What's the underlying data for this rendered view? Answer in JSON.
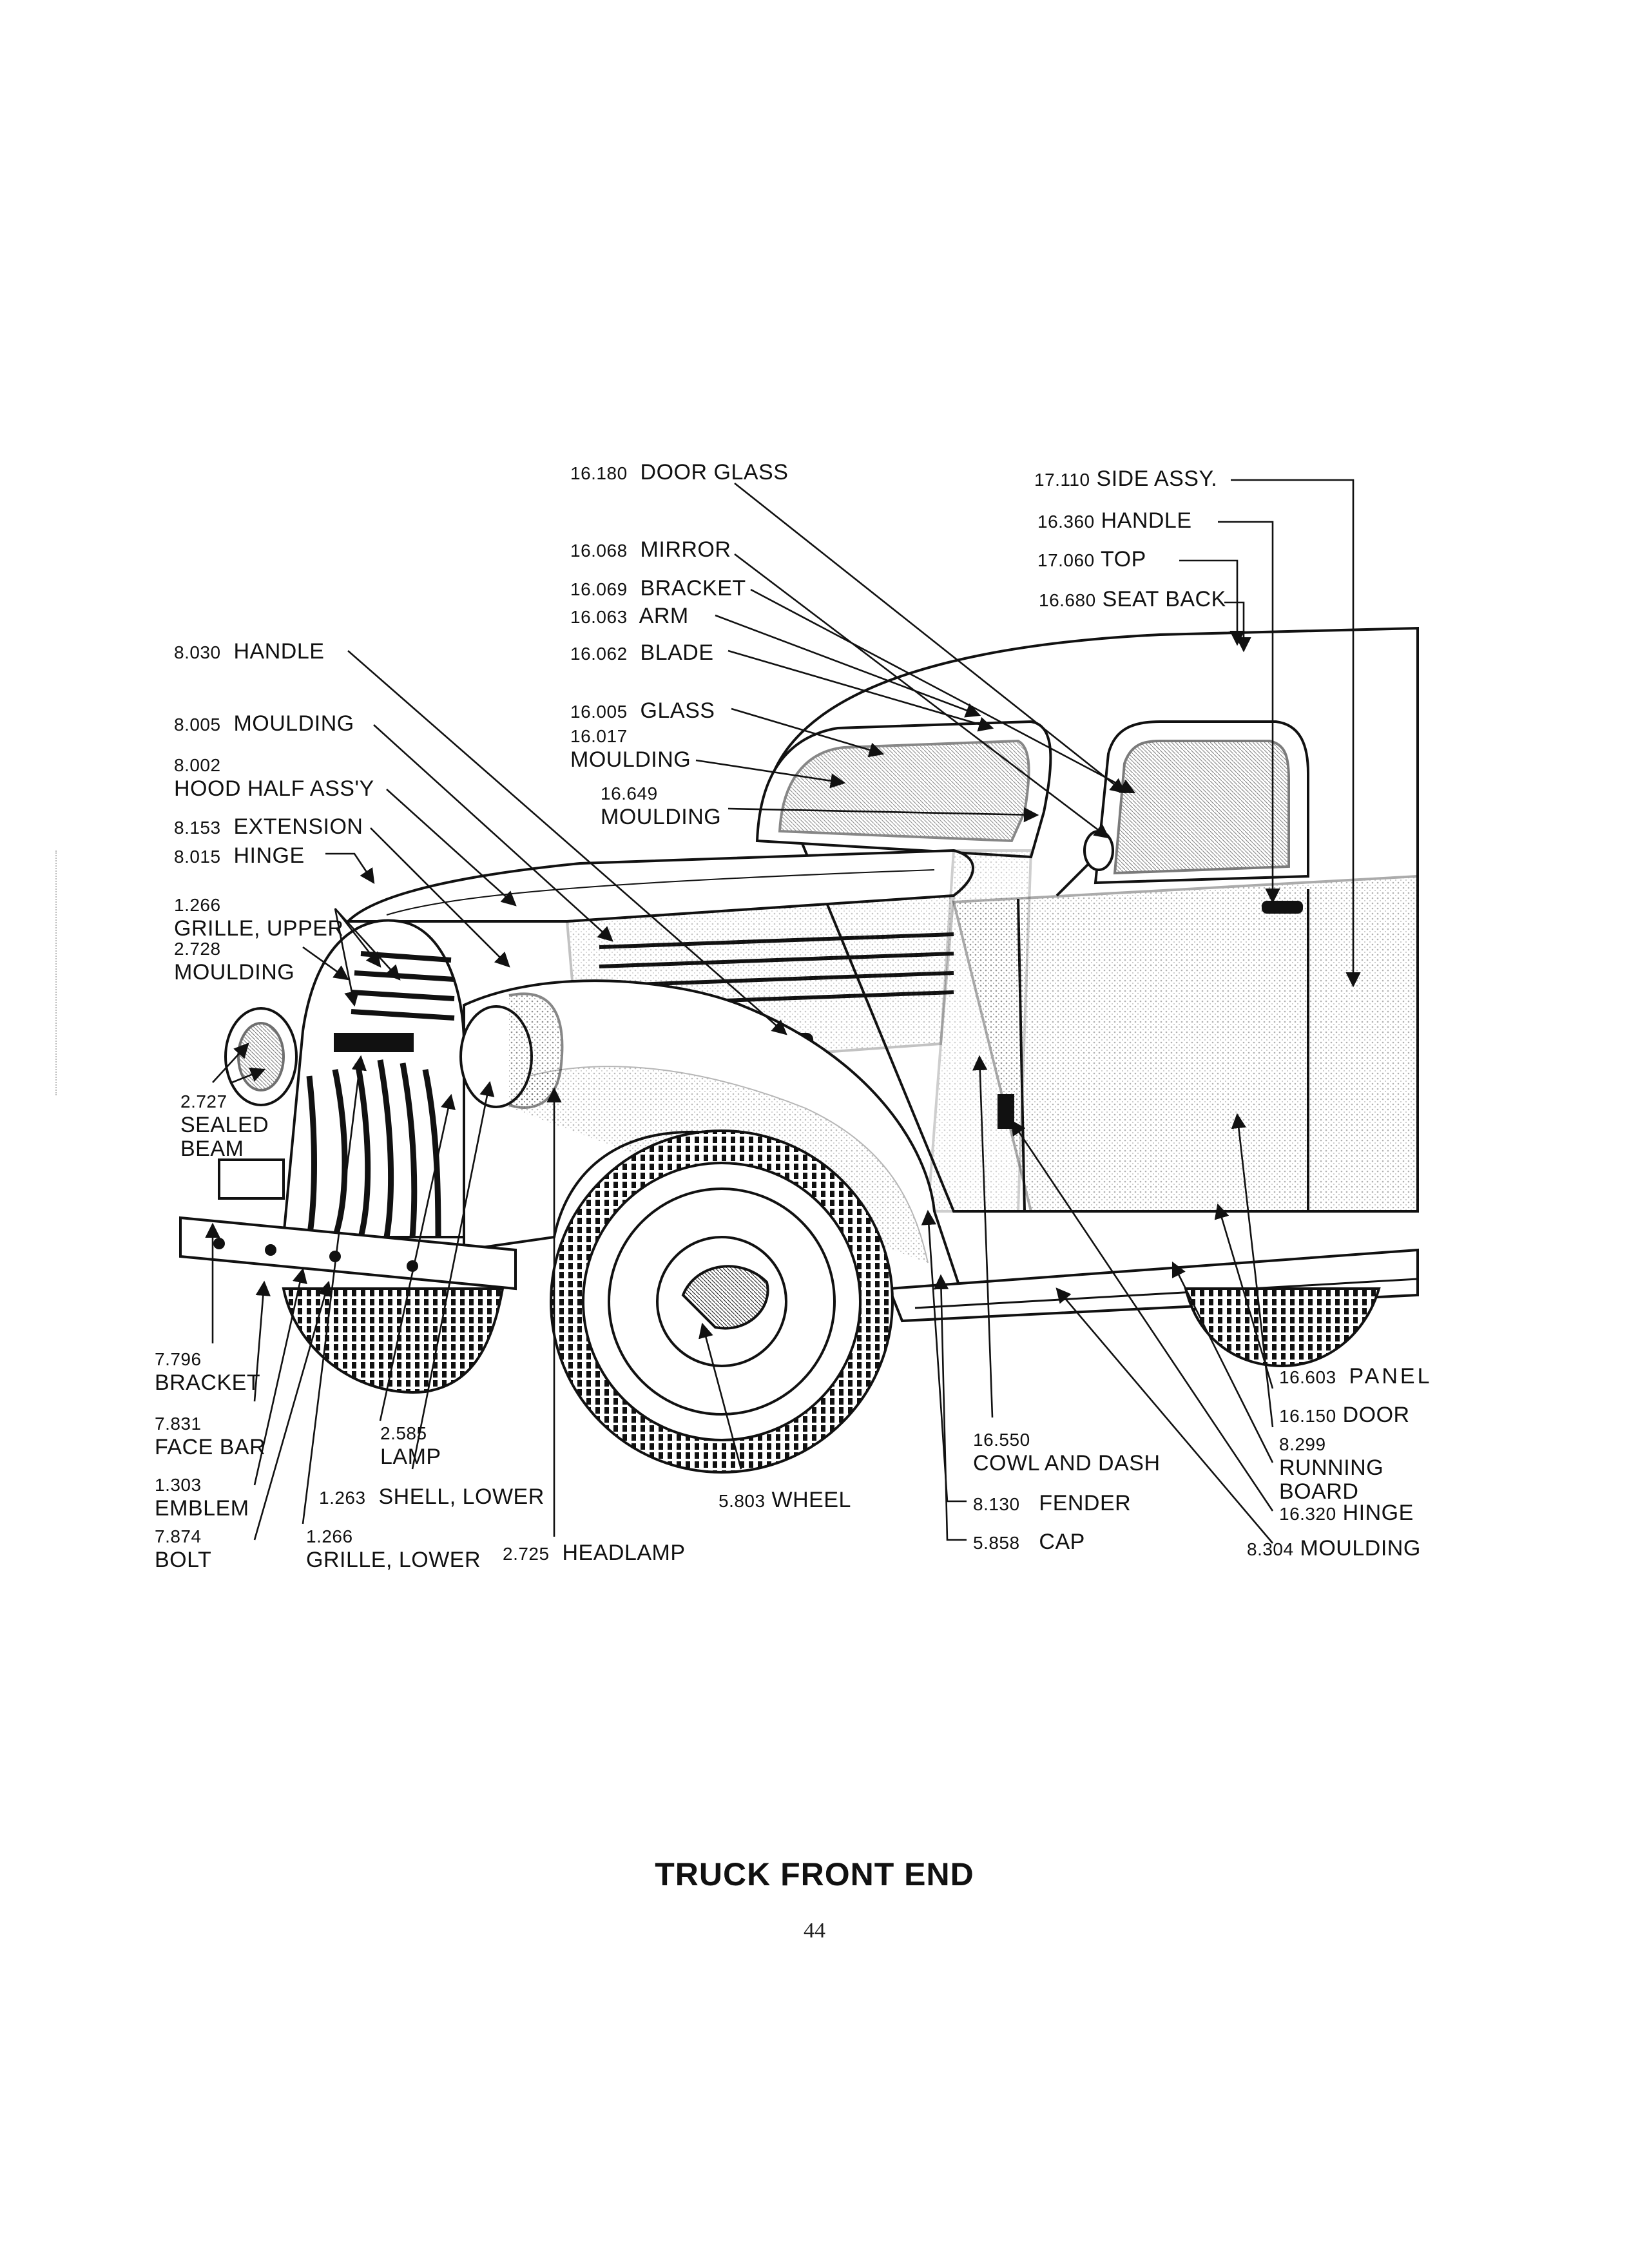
{
  "caption": "TRUCK FRONT END",
  "page_number": "44",
  "labels": [
    {
      "id": "door-glass",
      "num": "16.180",
      "text": "DOOR GLASS"
    },
    {
      "id": "side-assy",
      "num": "17.110",
      "text": "SIDE ASSY."
    },
    {
      "id": "handle-door",
      "num": "16.360",
      "text": "HANDLE"
    },
    {
      "id": "top",
      "num": "17.060",
      "text": "TOP"
    },
    {
      "id": "seat-back",
      "num": "16.680",
      "text": "SEAT BACK"
    },
    {
      "id": "mirror",
      "num": "16.068",
      "text": "MIRROR"
    },
    {
      "id": "bracket-mirror",
      "num": "16.069",
      "text": "BRACKET"
    },
    {
      "id": "arm",
      "num": "16.063",
      "text": "ARM"
    },
    {
      "id": "blade",
      "num": "16.062",
      "text": "BLADE"
    },
    {
      "id": "glass",
      "num": "16.005",
      "text": "GLASS"
    },
    {
      "id": "moulding-windshield",
      "num": "16.017",
      "text": "MOULDING"
    },
    {
      "id": "moulding-649",
      "num": "16.649",
      "text": "MOULDING"
    },
    {
      "id": "handle-hood",
      "num": "8.030",
      "text": "HANDLE"
    },
    {
      "id": "moulding-hood",
      "num": "8.005",
      "text": "MOULDING"
    },
    {
      "id": "hood-half",
      "num": "8.002",
      "text": "HOOD HALF ASS'Y"
    },
    {
      "id": "extension",
      "num": "8.153",
      "text": "EXTENSION"
    },
    {
      "id": "hinge-hood",
      "num": "8.015",
      "text": "HINGE"
    },
    {
      "id": "grille-upper",
      "num": "1.266",
      "text": "GRILLE, UPPER"
    },
    {
      "id": "moulding-grille",
      "num": "2.728",
      "text": "MOULDING"
    },
    {
      "id": "sealed-beam",
      "num": "2.727",
      "text": "SEALED\nBEAM"
    },
    {
      "id": "bracket-bumper",
      "num": "7.796",
      "text": "BRACKET"
    },
    {
      "id": "face-bar",
      "num": "7.831",
      "text": "FACE BAR"
    },
    {
      "id": "emblem",
      "num": "1.303",
      "text": "EMBLEM"
    },
    {
      "id": "bolt",
      "num": "7.874",
      "text": "BOLT"
    },
    {
      "id": "grille-lower",
      "num": "1.266",
      "text": "GRILLE, LOWER"
    },
    {
      "id": "lamp",
      "num": "2.585",
      "text": "LAMP"
    },
    {
      "id": "shell-lower",
      "num": "1.263",
      "text": "SHELL, LOWER"
    },
    {
      "id": "headlamp",
      "num": "2.725",
      "text": "HEADLAMP"
    },
    {
      "id": "wheel",
      "num": "5.803",
      "text": "WHEEL"
    },
    {
      "id": "cowl-dash",
      "num": "16.550",
      "text": "COWL AND DASH"
    },
    {
      "id": "fender",
      "num": "8.130",
      "text": "FENDER"
    },
    {
      "id": "cap",
      "num": "5.858",
      "text": "CAP"
    },
    {
      "id": "panel",
      "num": "16.603",
      "text": "PANEL"
    },
    {
      "id": "door",
      "num": "16.150",
      "text": "DOOR"
    },
    {
      "id": "running-board",
      "num": "8.299",
      "text": "RUNNING\nBOARD"
    },
    {
      "id": "hinge-door",
      "num": "16.320",
      "text": "HINGE"
    },
    {
      "id": "moulding-board",
      "num": "8.304",
      "text": "MOULDING"
    }
  ]
}
